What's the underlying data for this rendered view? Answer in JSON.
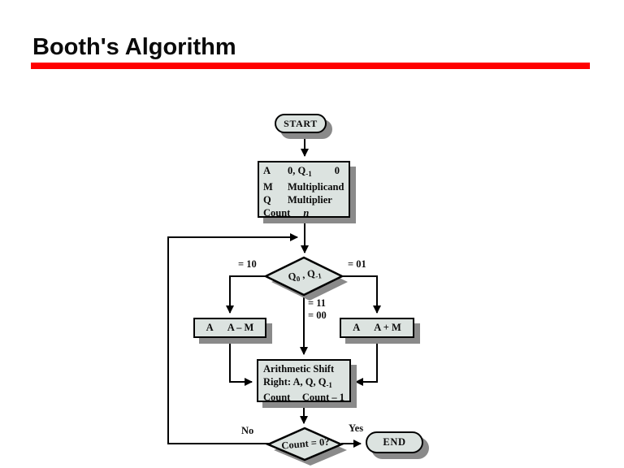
{
  "slide": {
    "title": "Booth's Algorithm"
  },
  "colors": {
    "title_rule": "#ff0000",
    "shape_fill": "#dce3e0",
    "shape_shadow": "#8a8a8a",
    "line": "#000000"
  },
  "flowchart": {
    "start_label": "START",
    "end_label": "END",
    "init_box": {
      "row1": {
        "lhs": "A",
        "mid": "0, Q",
        "mid_sub": "-1",
        "rhs": "0"
      },
      "row2": {
        "lhs": "M",
        "rhs": "Multiplicand"
      },
      "row3": {
        "lhs": "Q",
        "rhs": "Multiplier"
      },
      "row4": {
        "lhs": "Count",
        "rhs": "n"
      }
    },
    "decision1": {
      "base": "Q",
      "sub0": "0",
      "mid": " , Q",
      "sub1": "-1"
    },
    "branch_labels": {
      "eq10": "= 10",
      "eq01": "= 01",
      "eq11": "= 11",
      "eq00": "= 00"
    },
    "sub_box": {
      "lhs": "A",
      "rhs": "A – M"
    },
    "add_box": {
      "lhs": "A",
      "rhs": "A + M"
    },
    "shift_box": {
      "line1": "Arithmetic Shift",
      "line2": "Right: A, Q, Q",
      "line2_sub": "-1",
      "line3_lhs": "Count",
      "line3_rhs": "Count – 1"
    },
    "decision2": {
      "label": "Count = 0?"
    },
    "no_label": "No",
    "yes_label": "Yes"
  }
}
